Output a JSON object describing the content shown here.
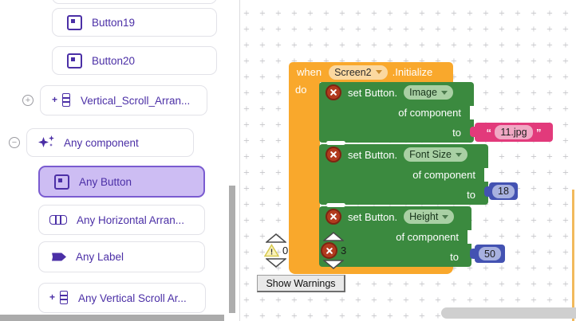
{
  "sidebar": {
    "items": [
      {
        "label": "Button19",
        "icon": "button-icon",
        "selected": false
      },
      {
        "label": "Button20",
        "icon": "button-icon",
        "selected": false
      },
      {
        "label": "Vertical_Scroll_Arran...",
        "icon": "vertical-scroll-arrangement-icon",
        "expander": "expand",
        "selected": false
      },
      {
        "label": "Any component",
        "icon": "any-component-sparkle-icon",
        "expander": "collapse",
        "selected": false
      },
      {
        "label": "Any Button",
        "icon": "button-icon",
        "selected": true
      },
      {
        "label": "Any Horizontal Arran...",
        "icon": "horizontal-arrangement-icon",
        "selected": false
      },
      {
        "label": "Any Label",
        "icon": "label-icon",
        "selected": false
      },
      {
        "label": "Any Vertical Scroll Ar...",
        "icon": "vertical-scroll-arrangement-icon",
        "selected": false
      }
    ]
  },
  "canvas": {
    "event_block": {
      "keyword": "when",
      "component_dropdown": "Screen2",
      "event_suffix": ".Initialize",
      "do_label": "do"
    },
    "setter_labels": {
      "keyword": "set Button.",
      "of_label": "of component",
      "to_label": "to"
    },
    "setters": [
      {
        "property": "Image",
        "value": "11.jpg",
        "value_type": "text"
      },
      {
        "property": "Font Size",
        "value": "18",
        "value_type": "number"
      },
      {
        "property": "Height",
        "value": "50",
        "value_type": "number"
      }
    ],
    "string_quotes": {
      "open": "“",
      "close": "”"
    },
    "indicators": {
      "warning_count": "0",
      "error_count": "3"
    },
    "show_warnings_button": "Show Warnings"
  },
  "icons": {
    "expand": "+",
    "collapse": "−"
  },
  "colors": {
    "event_block_orange": "#f9a82c",
    "setter_block_green": "#3b8a3f",
    "text_block_pink": "#e23a7b",
    "number_block_blue": "#4352b2",
    "sidebar_purple": "#4b2fa6",
    "selected_item_bg": "#cdbdf3",
    "error_badge_red": "#b23b1e",
    "warning_yellow": "#fbf3b9"
  }
}
